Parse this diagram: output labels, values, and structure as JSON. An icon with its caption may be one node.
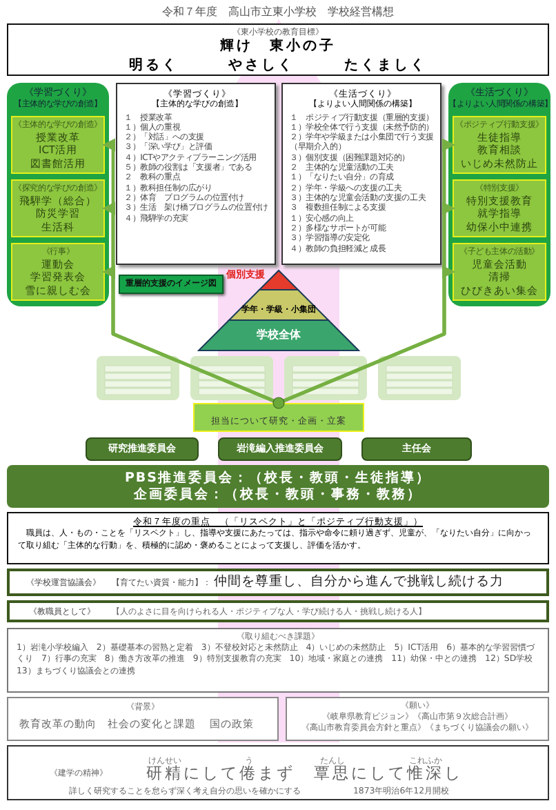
{
  "diagram": {
    "title": "令和７年度　高山市立東小学校　学校経営構想",
    "nodes": [
      {
        "text": [
          "《東小学校の教育目標》",
          "輝け　東小の子",
          "明るく　　　やさしく　　　たくましく"
        ]
      },
      {
        "text": [
          "《学習づくり》",
          "【主体的な学びの創造】"
        ]
      },
      {
        "text": [
          "《主体的な学びの創造》",
          "授業改革",
          "ICT活用",
          "図書館活用"
        ],
        "in": 1
      },
      {
        "text": [
          "《探究的な学びの創造》",
          "飛騨学（総合）",
          "防災学習",
          "生活科"
        ],
        "in": 1
      },
      {
        "text": [
          "《行事》",
          "運動会",
          "学習発表会",
          "雪に親しむ会"
        ],
        "in": 1
      },
      {
        "text": [
          "《学習づくり》",
          "【主体的な学びの創造】",
          "１　授業改革",
          "１）個人の重視",
          "２）「対話」への支援",
          "３）「深い学び」と評価",
          "４）ICTやアクティブラーニング活用",
          "５）教師の役割は「支援者」である",
          "２　教科の重点",
          "１）教科担任制の広がり",
          "２）体育　プログラムの位置付け",
          "３）生活　架け橋プログラムの位置付け",
          "４）飛騨学の充実"
        ]
      },
      {
        "text": [
          "《生活づくり》",
          "【よりよい人間関係の構築】",
          "１　ポジティブ行動支援（重層的支援）",
          "１）学校全体で行う支援（未然予防的）",
          "２）学年や学級または小集団で行う支援（早期介入的）",
          "３）個別支援（困難課題対応的）",
          "２　主体的な児童活動の工夫",
          "１）「なりたい自分」の育成",
          "２）学年・学級への支援の工夫",
          "３）主体的な児童会活動の支援の工夫",
          "３　複数担任制による支援",
          "１）安心感の向上",
          "２）多様なサポートが可能",
          "３）学習指導の安定化",
          "４）教師の負担軽減と成長"
        ]
      },
      {
        "text": [
          "《生活づくり》",
          "【よりよい人間関係の構築】"
        ]
      },
      {
        "text": [
          "《ポジティブ行動支援》",
          "生徒指導",
          "教育相談",
          "いじめ未然防止"
        ],
        "in": 7
      },
      {
        "text": [
          "《特別支援》",
          "特別支援教育",
          "就学指導",
          "幼保小中連携"
        ],
        "in": 7
      },
      {
        "text": [
          "《子ども主体の活動》",
          "児童会活動",
          "清掃",
          "ひびきあい集会"
        ],
        "in": 7
      },
      {
        "text": [
          "重層的支援のイメージ図"
        ]
      },
      {
        "text": [],
        "shape": "triangle",
        "beside": [
          "個別支援"
        ]
      },
      {
        "text": [
          "学年・学級・小集団"
        ]
      },
      {
        "text": [
          "学校全体"
        ]
      },
      {
        "text": [
          "担当について研究・企画・立案"
        ]
      },
      {
        "text": [
          "研究推進委員会"
        ]
      },
      {
        "text": [
          "岩滝編入推進委員会"
        ]
      },
      {
        "text": [
          "主任会"
        ]
      },
      {
        "text": [
          "PBS推進委員会：（校長・教頭・生徒指導）",
          "企画委員会：（校長・教頭・事務・教務）"
        ]
      },
      {
        "text": [
          "令和７年度の重点　（「リスペクト」と「ポジティブ行動支援」）",
          "職員は、人・もの・ことを「リスペクト」し、指導や支援にあたっては、指示や命令に頼り過ぎず、児童が、「なりたい自分」に向かって取り組む「主体的な行動」を、積極的に認め・褒めることによって支援し、評価を活かす。"
        ]
      },
      {
        "text": [
          "《学校運営協議会》",
          "【育てたい資質・能力】：",
          "仲間を尊重し、自分から進んで挑戦し続ける力"
        ]
      },
      {
        "text": [
          "《教職員として》",
          "【人のよさに目を向けられる人・ポジティブな人・学び続ける人・挑戦し続ける人】"
        ]
      },
      {
        "text": [
          "《取り組むべき課題》",
          "1）岩滝小学校編入　2）基礎基本の習熟と定着　3）不登校対応と未然防止　4）いじめの未然防止　5）ICT活用　6）基本的な学習習慣づくり　7）行事の充実　8）働き方改革の推進　9）特別支援教育の充実　10）地域・家庭との連携　11）幼保・中との連携　12）SD学校　13）まちづくり協議会との連携"
        ]
      },
      {
        "text": [
          "《背景》",
          "教育改革の動向",
          "社会の変化と課題",
          "国の政策"
        ]
      },
      {
        "text": [
          "《願い》",
          "《岐阜県教育ビジョン》《高山市第９次総合計画》",
          "《高山市教育委員会方針と重点》《まちづくり協議会の願い》"
        ]
      },
      {
        "text": [
          "《建学の精神》",
          "研精にして倦まず　覃思にして惟深し",
          "詳しく研究することを怠らず深く考え自分の思いを確かにする",
          "1873年明治6年12月開校"
        ]
      }
    ],
    "edges": [
      {
        "from": 15,
        "to": 2,
        "arrow": "to"
      },
      {
        "from": 15,
        "to": 3,
        "arrow": "to"
      },
      {
        "from": 15,
        "to": 4,
        "arrow": "to"
      },
      {
        "from": 15,
        "to": 8,
        "arrow": "to"
      },
      {
        "from": 15,
        "to": 9,
        "arrow": "to"
      },
      {
        "from": 15,
        "to": 10,
        "arrow": "to"
      }
    ],
    "labels": [
      "けんせい",
      "う",
      "たんし",
      "これふか"
    ]
  }
}
